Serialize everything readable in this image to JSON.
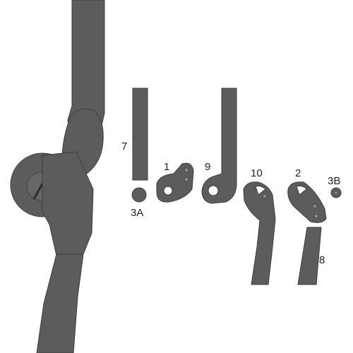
{
  "labels": {
    "part_7": "7",
    "part_3a": "3A",
    "part_1": "1",
    "part_9": "9",
    "part_10": "10",
    "part_2": "2",
    "part_3b": "3B",
    "part_8": "8"
  },
  "colors": {
    "metal": "#5c5c5c",
    "outline": "#3d3d3d",
    "background": "#ffffff"
  }
}
